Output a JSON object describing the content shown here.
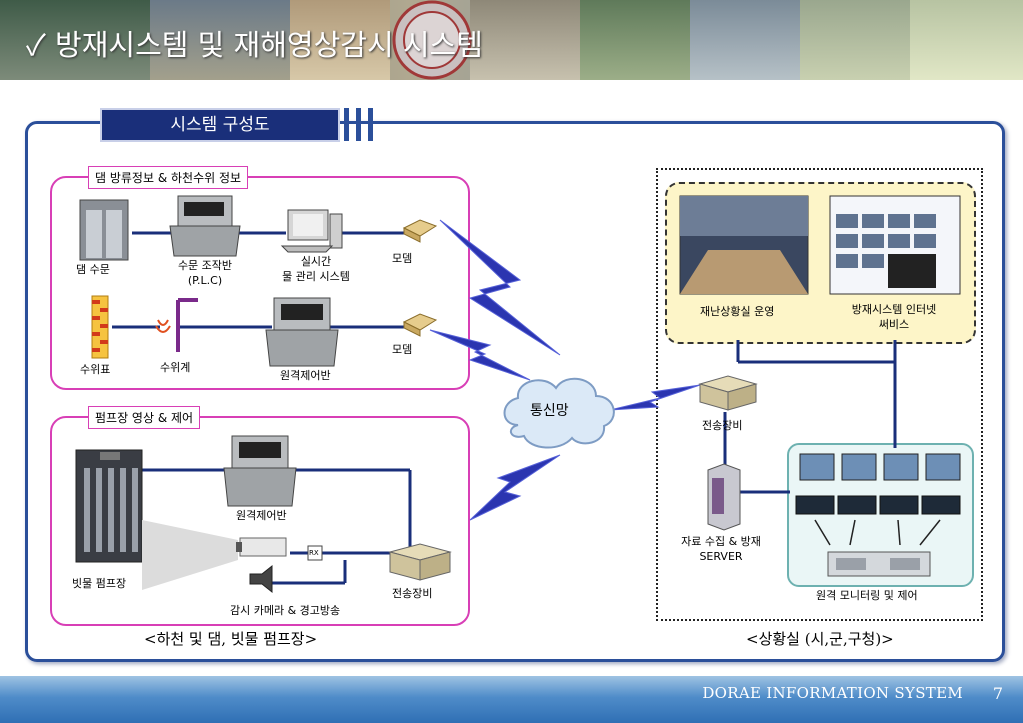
{
  "header": {
    "title": "✓ 방재시스템 및 재해영상감시 시스템"
  },
  "diagram": {
    "title": "시스템 구성도",
    "dam_section": {
      "label": "댐 방류정보 & 하천수위 정보",
      "dam_gate": "댐 수문",
      "gate_panel_line1": "수문 조작반",
      "gate_panel_line2": "(P.L.C)",
      "realtime_line1": "실시간",
      "realtime_line2": "물 관리 시스템",
      "modem1": "모뎀",
      "water_gauge": "수위표",
      "water_meter": "수위계",
      "remote_panel": "원격제어반",
      "modem2": "모뎀"
    },
    "pump_section": {
      "label": "펌프장 영상 & 제어",
      "pump_station": "빗물 펌프장",
      "remote_panel": "원격제어반",
      "rx": "RX",
      "camera": "감시 카메라 & 경고방송",
      "transmitter": "전송장비"
    },
    "network": "통신망",
    "control_room": {
      "situation_room": "재난상황실 운영",
      "internet_line1": "방재시스템 인터넷",
      "internet_line2": "써비스",
      "transmitter": "전송장비",
      "server_line1": "자료 수집 & 방재",
      "server_line2": "SERVER",
      "monitoring": "원격 모니터링 및 제어"
    },
    "caption_left": "<하천 및 댐, 빗물 펌프장>",
    "caption_right": "<상황실 (시,군,구청)>"
  },
  "footer": {
    "company": "DORAE INFORMATION SYSTEM",
    "page": "7"
  },
  "colors": {
    "frame": "#2b4f9a",
    "pink": "#d83fb6",
    "line": "#1a2f7a",
    "lightning": "#2b35b0",
    "footer": "#2f6fb4"
  }
}
